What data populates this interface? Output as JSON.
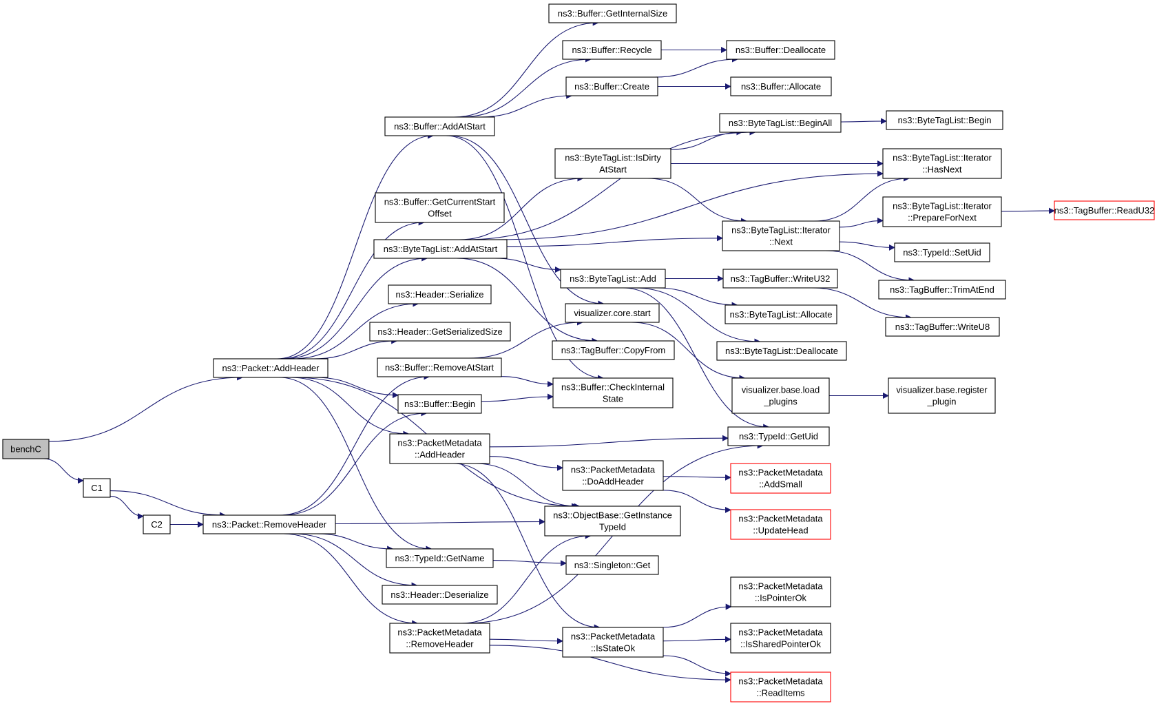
{
  "graph": {
    "edge_color": "#191970",
    "truncated_color": "#ff0000",
    "root_fill": "#bfbfbf",
    "nodes": [
      {
        "id": "benchC",
        "label": [
          "benchC"
        ],
        "root": true
      },
      {
        "id": "C1",
        "label": [
          "C1"
        ]
      },
      {
        "id": "C2",
        "label": [
          "C2"
        ]
      },
      {
        "id": "PacketAddHeader",
        "label": [
          "ns3::Packet::AddHeader"
        ]
      },
      {
        "id": "PacketRemoveHeader",
        "label": [
          "ns3::Packet::RemoveHeader"
        ]
      },
      {
        "id": "BufGetInternalSize",
        "label": [
          "ns3::Buffer::GetInternalSize"
        ]
      },
      {
        "id": "BufRecycle",
        "label": [
          "ns3::Buffer::Recycle"
        ]
      },
      {
        "id": "BufDeallocate",
        "label": [
          "ns3::Buffer::Deallocate"
        ]
      },
      {
        "id": "BufCreate",
        "label": [
          "ns3::Buffer::Create"
        ]
      },
      {
        "id": "BufAllocate",
        "label": [
          "ns3::Buffer::Allocate"
        ]
      },
      {
        "id": "BufAddAtStart",
        "label": [
          "ns3::Buffer::AddAtStart"
        ]
      },
      {
        "id": "BTLBeginAll",
        "label": [
          "ns3::ByteTagList::BeginAll"
        ]
      },
      {
        "id": "BTLBegin",
        "label": [
          "ns3::ByteTagList::Begin"
        ]
      },
      {
        "id": "BTLIsDirty",
        "label": [
          "ns3::ByteTagList::IsDirty",
          "AtStart"
        ]
      },
      {
        "id": "BTLIterHasNext",
        "label": [
          "ns3::ByteTagList::Iterator",
          "::HasNext"
        ]
      },
      {
        "id": "BufGetCurStart",
        "label": [
          "ns3::Buffer::GetCurrentStart",
          "Offset"
        ]
      },
      {
        "id": "BTLIterPrepare",
        "label": [
          "ns3::ByteTagList::Iterator",
          "::PrepareForNext"
        ]
      },
      {
        "id": "TagBufReadU32",
        "label": [
          "ns3::TagBuffer::ReadU32"
        ],
        "truncated": true
      },
      {
        "id": "BTLIterNext",
        "label": [
          "ns3::ByteTagList::Iterator",
          "::Next"
        ]
      },
      {
        "id": "BTLAddAtStart",
        "label": [
          "ns3::ByteTagList::AddAtStart"
        ]
      },
      {
        "id": "TypeIdSetUid",
        "label": [
          "ns3::TypeId::SetUid"
        ]
      },
      {
        "id": "BTLAdd",
        "label": [
          "ns3::ByteTagList::Add"
        ]
      },
      {
        "id": "TagBufWriteU32",
        "label": [
          "ns3::TagBuffer::WriteU32"
        ]
      },
      {
        "id": "TagBufTrimAtEnd",
        "label": [
          "ns3::TagBuffer::TrimAtEnd"
        ]
      },
      {
        "id": "HeaderSerialize",
        "label": [
          "ns3::Header::Serialize"
        ]
      },
      {
        "id": "VisCoreStart",
        "label": [
          "visualizer.core.start"
        ]
      },
      {
        "id": "BTLAllocate",
        "label": [
          "ns3::ByteTagList::Allocate"
        ]
      },
      {
        "id": "TagBufWriteU8",
        "label": [
          "ns3::TagBuffer::WriteU8"
        ]
      },
      {
        "id": "HeaderGetSerSize",
        "label": [
          "ns3::Header::GetSerializedSize"
        ]
      },
      {
        "id": "TagBufCopyFrom",
        "label": [
          "ns3::TagBuffer::CopyFrom"
        ]
      },
      {
        "id": "BTLDeallocate",
        "label": [
          "ns3::ByteTagList::Deallocate"
        ]
      },
      {
        "id": "BufRemoveAtStart",
        "label": [
          "ns3::Buffer::RemoveAtStart"
        ]
      },
      {
        "id": "VisLoadPlugins",
        "label": [
          "visualizer.base.load",
          "_plugins"
        ]
      },
      {
        "id": "VisRegisterPlugin",
        "label": [
          "visualizer.base.register",
          "_plugin"
        ]
      },
      {
        "id": "BufCheckInternal",
        "label": [
          "ns3::Buffer::CheckInternal",
          "State"
        ]
      },
      {
        "id": "BufBegin",
        "label": [
          "ns3::Buffer::Begin"
        ]
      },
      {
        "id": "PMAddHeader",
        "label": [
          "ns3::PacketMetadata",
          "::AddHeader"
        ]
      },
      {
        "id": "TypeIdGetUid",
        "label": [
          "ns3::TypeId::GetUid"
        ]
      },
      {
        "id": "PMDoAddHeader",
        "label": [
          "ns3::PacketMetadata",
          "::DoAddHeader"
        ]
      },
      {
        "id": "PMAddSmall",
        "label": [
          "ns3::PacketMetadata",
          "::AddSmall"
        ],
        "truncated": true
      },
      {
        "id": "ObjGetInstTypeId",
        "label": [
          "ns3::ObjectBase::GetInstance",
          "TypeId"
        ]
      },
      {
        "id": "PMUpdateHead",
        "label": [
          "ns3::PacketMetadata",
          "::UpdateHead"
        ],
        "truncated": true
      },
      {
        "id": "TypeIdGetName",
        "label": [
          "ns3::TypeId::GetName"
        ]
      },
      {
        "id": "SingletonGet",
        "label": [
          "ns3::Singleton::Get"
        ]
      },
      {
        "id": "HeaderDeserialize",
        "label": [
          "ns3::Header::Deserialize"
        ]
      },
      {
        "id": "PMIsPointerOk",
        "label": [
          "ns3::PacketMetadata",
          "::IsPointerOk"
        ]
      },
      {
        "id": "PMRemoveHeader",
        "label": [
          "ns3::PacketMetadata",
          "::RemoveHeader"
        ]
      },
      {
        "id": "PMIsStateOk",
        "label": [
          "ns3::PacketMetadata",
          "::IsStateOk"
        ]
      },
      {
        "id": "PMIsSharedPtrOk",
        "label": [
          "ns3::PacketMetadata",
          "::IsSharedPointerOk"
        ]
      },
      {
        "id": "PMReadItems",
        "label": [
          "ns3::PacketMetadata",
          "::ReadItems"
        ],
        "truncated": true
      }
    ],
    "edges": [
      [
        "benchC",
        "PacketAddHeader"
      ],
      [
        "benchC",
        "C1"
      ],
      [
        "C1",
        "PacketRemoveHeader"
      ],
      [
        "C1",
        "C2"
      ],
      [
        "C2",
        "PacketRemoveHeader"
      ],
      [
        "PacketAddHeader",
        "BufAddAtStart"
      ],
      [
        "PacketAddHeader",
        "BufGetCurStart"
      ],
      [
        "PacketAddHeader",
        "BTLAddAtStart"
      ],
      [
        "PacketAddHeader",
        "HeaderSerialize"
      ],
      [
        "PacketAddHeader",
        "HeaderGetSerSize"
      ],
      [
        "PacketAddHeader",
        "BufBegin"
      ],
      [
        "PacketAddHeader",
        "PMAddHeader"
      ],
      [
        "PacketAddHeader",
        "ObjGetInstTypeId"
      ],
      [
        "PacketAddHeader",
        "TypeIdGetName"
      ],
      [
        "BufAddAtStart",
        "BufGetInternalSize"
      ],
      [
        "BufAddAtStart",
        "BufRecycle"
      ],
      [
        "BufAddAtStart",
        "BufCreate"
      ],
      [
        "BufAddAtStart",
        "VisCoreStart"
      ],
      [
        "BufAddAtStart",
        "BufCheckInternal"
      ],
      [
        "BufRecycle",
        "BufDeallocate"
      ],
      [
        "BufCreate",
        "BufDeallocate"
      ],
      [
        "BufCreate",
        "BufAllocate"
      ],
      [
        "BTLAddAtStart",
        "BTLIsDirty"
      ],
      [
        "BTLAddAtStart",
        "BTLBeginAll"
      ],
      [
        "BTLAddAtStart",
        "BTLIterHasNext"
      ],
      [
        "BTLAddAtStart",
        "BTLIterNext"
      ],
      [
        "BTLAddAtStart",
        "BTLAdd"
      ],
      [
        "BTLAddAtStart",
        "TagBufCopyFrom"
      ],
      [
        "BTLIsDirty",
        "BTLBeginAll"
      ],
      [
        "BTLIsDirty",
        "BTLIterHasNext"
      ],
      [
        "BTLIsDirty",
        "BTLIterNext"
      ],
      [
        "BTLBeginAll",
        "BTLBegin"
      ],
      [
        "BTLIterNext",
        "BTLIterHasNext"
      ],
      [
        "BTLIterNext",
        "BTLIterPrepare"
      ],
      [
        "BTLIterNext",
        "TypeIdSetUid"
      ],
      [
        "BTLIterNext",
        "TagBufTrimAtEnd"
      ],
      [
        "BTLIterPrepare",
        "TagBufReadU32"
      ],
      [
        "BTLAdd",
        "TagBufWriteU32"
      ],
      [
        "BTLAdd",
        "BTLAllocate"
      ],
      [
        "BTLAdd",
        "BTLDeallocate"
      ],
      [
        "BTLAdd",
        "TypeIdGetUid"
      ],
      [
        "TagBufWriteU32",
        "TagBufWriteU8"
      ],
      [
        "VisCoreStart",
        "VisLoadPlugins"
      ],
      [
        "VisLoadPlugins",
        "VisRegisterPlugin"
      ],
      [
        "BufRemoveAtStart",
        "VisCoreStart"
      ],
      [
        "BufRemoveAtStart",
        "BufCheckInternal"
      ],
      [
        "BufBegin",
        "BufCheckInternal"
      ],
      [
        "PMAddHeader",
        "TypeIdGetUid"
      ],
      [
        "PMAddHeader",
        "PMDoAddHeader"
      ],
      [
        "PMAddHeader",
        "ObjGetInstTypeId"
      ],
      [
        "PMAddHeader",
        "PMIsStateOk"
      ],
      [
        "PMDoAddHeader",
        "PMAddSmall"
      ],
      [
        "PMDoAddHeader",
        "PMUpdateHead"
      ],
      [
        "TypeIdGetName",
        "SingletonGet"
      ],
      [
        "PacketRemoveHeader",
        "BufRemoveAtStart"
      ],
      [
        "PacketRemoveHeader",
        "BufBegin"
      ],
      [
        "PacketRemoveHeader",
        "ObjGetInstTypeId"
      ],
      [
        "PacketRemoveHeader",
        "TypeIdGetName"
      ],
      [
        "PacketRemoveHeader",
        "HeaderDeserialize"
      ],
      [
        "PacketRemoveHeader",
        "PMRemoveHeader"
      ],
      [
        "PMRemoveHeader",
        "ObjGetInstTypeId"
      ],
      [
        "PMRemoveHeader",
        "TypeIdGetUid"
      ],
      [
        "PMRemoveHeader",
        "PMIsStateOk"
      ],
      [
        "PMRemoveHeader",
        "PMReadItems"
      ],
      [
        "PMIsStateOk",
        "PMIsPointerOk"
      ],
      [
        "PMIsStateOk",
        "PMIsSharedPtrOk"
      ],
      [
        "PMIsStateOk",
        "PMReadItems"
      ]
    ]
  }
}
